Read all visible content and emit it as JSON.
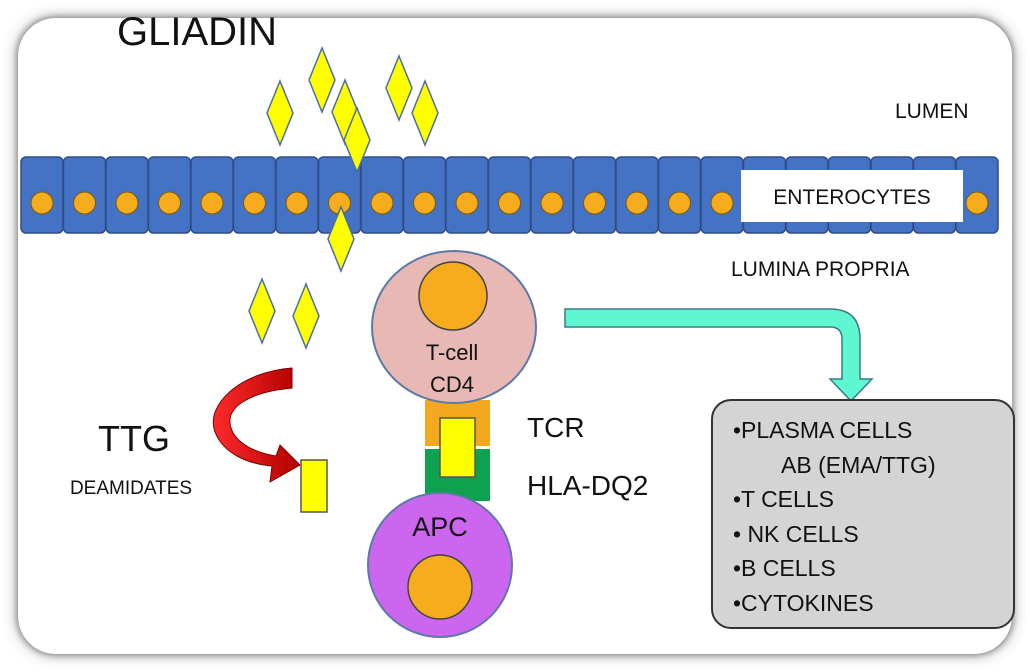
{
  "title": "GLIADIN",
  "labels": {
    "lumen": "LUMEN",
    "enterocytes": "ENTEROCYTES",
    "lamina_propria": "LUMINA PROPRIA",
    "tcell_line1": "T-cell",
    "tcell_line2": "CD4",
    "tcr": "TCR",
    "hla": "HLA-DQ2",
    "apc": "APC",
    "ttg": "TTG",
    "deamidates": "DEAMIDATES"
  },
  "output_box": {
    "items": [
      "•PLASMA CELLS",
      "AB (EMA/TTG)",
      "•T CELLS",
      "• NK CELLS",
      "•B CELLS",
      "•CYTOKINES"
    ]
  },
  "colors": {
    "enterocyte": "#4472c4",
    "nucleus": "#f6ac1c",
    "gliadin": "#ffff00",
    "tcell": "#e8b8b4",
    "apc": "#cc66ee",
    "tcr": "#f4a81e",
    "hla": "#0ea150",
    "arrow_teal": "#5ff7d0",
    "arrow_red": "#e01010"
  }
}
